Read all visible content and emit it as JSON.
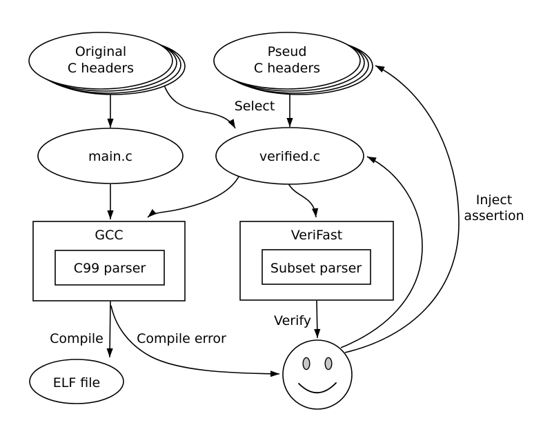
{
  "diagram": {
    "nodes": {
      "original_headers": {
        "line1": "Original",
        "line2": "C headers"
      },
      "pseud_headers": {
        "line1": "Pseud",
        "line2": "C headers"
      },
      "main_c": {
        "label": "main.c"
      },
      "verified_c": {
        "label": "verified.c"
      },
      "gcc": {
        "label": "GCC"
      },
      "c99_parser": {
        "label": "C99 parser"
      },
      "verifast": {
        "label": "VeriFast"
      },
      "subset_parser": {
        "label": "Subset parser"
      },
      "elf_file": {
        "label": "ELF file"
      }
    },
    "edge_labels": {
      "select": "Select",
      "compile": "Compile",
      "compile_error": "Compile error",
      "verify": "Verify",
      "inject_assertion_line1": "Inject",
      "inject_assertion_line2": "assertion"
    },
    "icons": {
      "smiley": "smiley-face"
    },
    "colors": {
      "stroke": "#000000",
      "background": "#ffffff",
      "eye_fill": "#c8c8c8"
    }
  }
}
